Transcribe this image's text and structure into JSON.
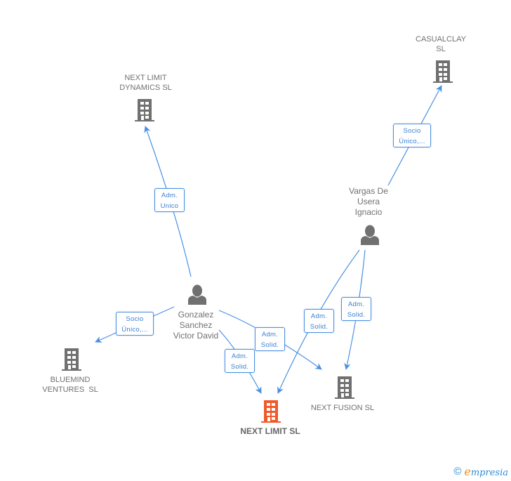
{
  "colors": {
    "edge": "#4a90e2",
    "edge_label_text": "#3b7fd1",
    "node_icon": "#707070",
    "main_node_icon": "#f05a2a",
    "label_text": "#707070"
  },
  "nodes": {
    "next_limit_dynamics": {
      "type": "company",
      "label_lines": [
        "NEXT LIMIT",
        "DYNAMICS SL"
      ]
    },
    "casualclay": {
      "type": "company",
      "label_lines": [
        "CASUALCLAY",
        "SL"
      ]
    },
    "vargas": {
      "type": "person",
      "label_lines": [
        "Vargas De",
        "Usera",
        "Ignacio"
      ]
    },
    "gonzalez": {
      "type": "person",
      "label_lines": [
        "Gonzalez",
        "Sanchez",
        "Victor David"
      ]
    },
    "bluemind": {
      "type": "company",
      "label_lines": [
        "BLUEMIND",
        "VENTURES  SL"
      ]
    },
    "next_limit": {
      "type": "company",
      "main": true,
      "label_lines": [
        "NEXT LIMIT SL"
      ]
    },
    "next_fusion": {
      "type": "company",
      "label_lines": [
        "NEXT FUSION SL"
      ]
    }
  },
  "edges": [
    {
      "from": "gonzalez",
      "to": "next_limit_dynamics",
      "label_lines": [
        "Adm.",
        "Unico"
      ]
    },
    {
      "from": "vargas",
      "to": "casualclay",
      "label_lines": [
        "Socio",
        "Único,..."
      ]
    },
    {
      "from": "gonzalez",
      "to": "bluemind",
      "label_lines": [
        "Socio",
        "Único,..."
      ]
    },
    {
      "from": "gonzalez",
      "to": "next_fusion",
      "label_lines": [
        "Adm.",
        "Solid."
      ]
    },
    {
      "from": "gonzalez",
      "to": "next_limit",
      "label_lines": [
        "Adm.",
        "Solid."
      ]
    },
    {
      "from": "vargas",
      "to": "next_limit",
      "label_lines": [
        "Adm.",
        "Solid."
      ]
    },
    {
      "from": "vargas",
      "to": "next_fusion",
      "label_lines": [
        "Adm.",
        "Solid."
      ]
    }
  ],
  "footer": {
    "copyright_symbol": "©",
    "brand_initial": "e",
    "brand_rest": "mpresia"
  }
}
